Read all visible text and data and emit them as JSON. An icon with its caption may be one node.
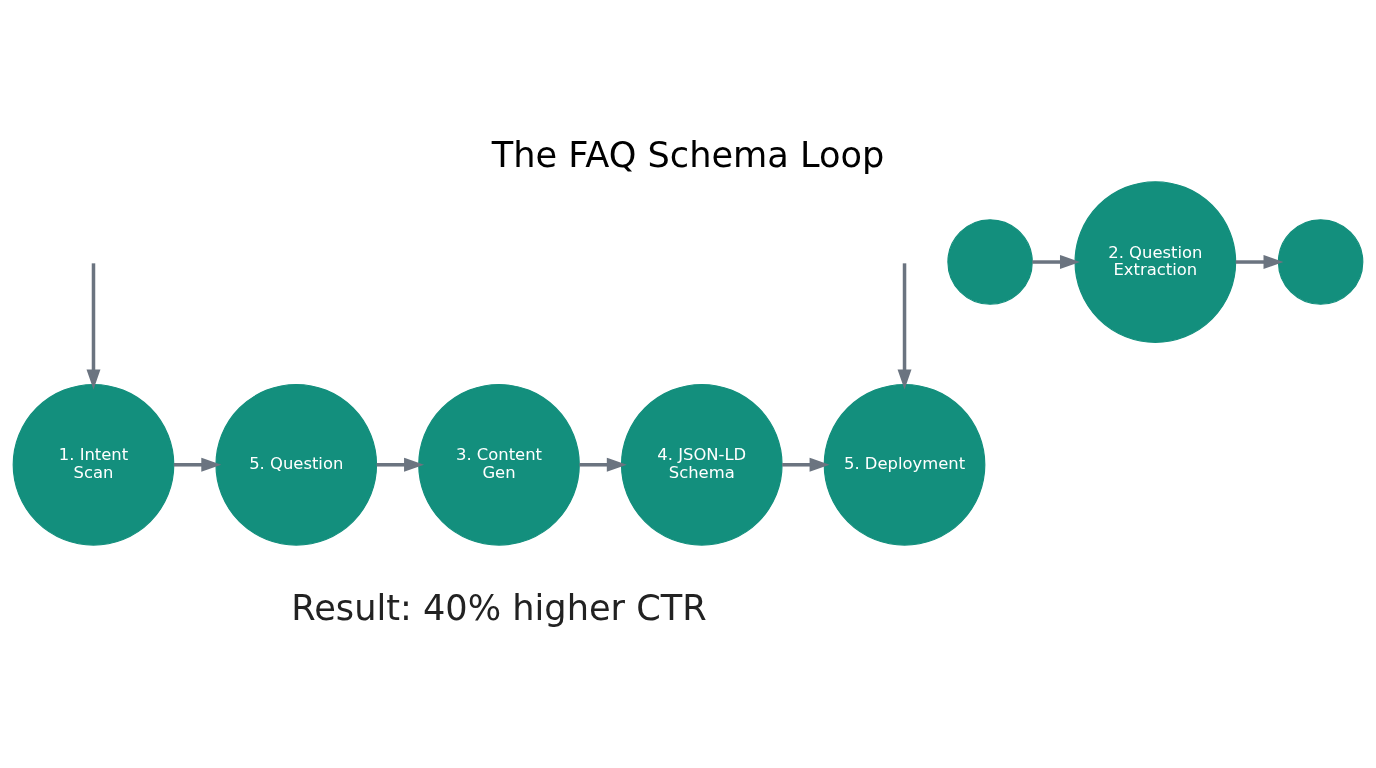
{
  "diagram": {
    "title": "The FAQ Schema Loop",
    "caption": "Result: 40% higher CTR",
    "nodes": [
      {
        "text": [
          "1. Intent Scan"
        ]
      },
      {
        "text": [
          "2. Question Extraction"
        ]
      },
      {
        "text": [],
        "shape": "circle"
      },
      {
        "text": [
          "5. Question"
        ]
      },
      {
        "text": [
          "3. Content Gen"
        ]
      },
      {
        "text": [],
        "shape": "circle"
      },
      {
        "text": [
          "4. JSON-LD Schema"
        ]
      },
      {
        "text": [
          "5. Deployment"
        ]
      }
    ],
    "edges": [
      {
        "from": null,
        "to": 0,
        "arrow": "to"
      },
      {
        "from": 0,
        "to": 3,
        "arrow": "to"
      },
      {
        "from": 2,
        "to": 1,
        "arrow": "to"
      },
      {
        "from": 3,
        "to": 4,
        "arrow": "to"
      },
      {
        "from": 1,
        "to": 5,
        "arrow": "to"
      },
      {
        "from": 4,
        "to": 6,
        "arrow": "to"
      },
      {
        "from": 6,
        "to": 7,
        "arrow": "to"
      },
      {
        "from": null,
        "to": 7,
        "arrow": "to"
      }
    ]
  }
}
